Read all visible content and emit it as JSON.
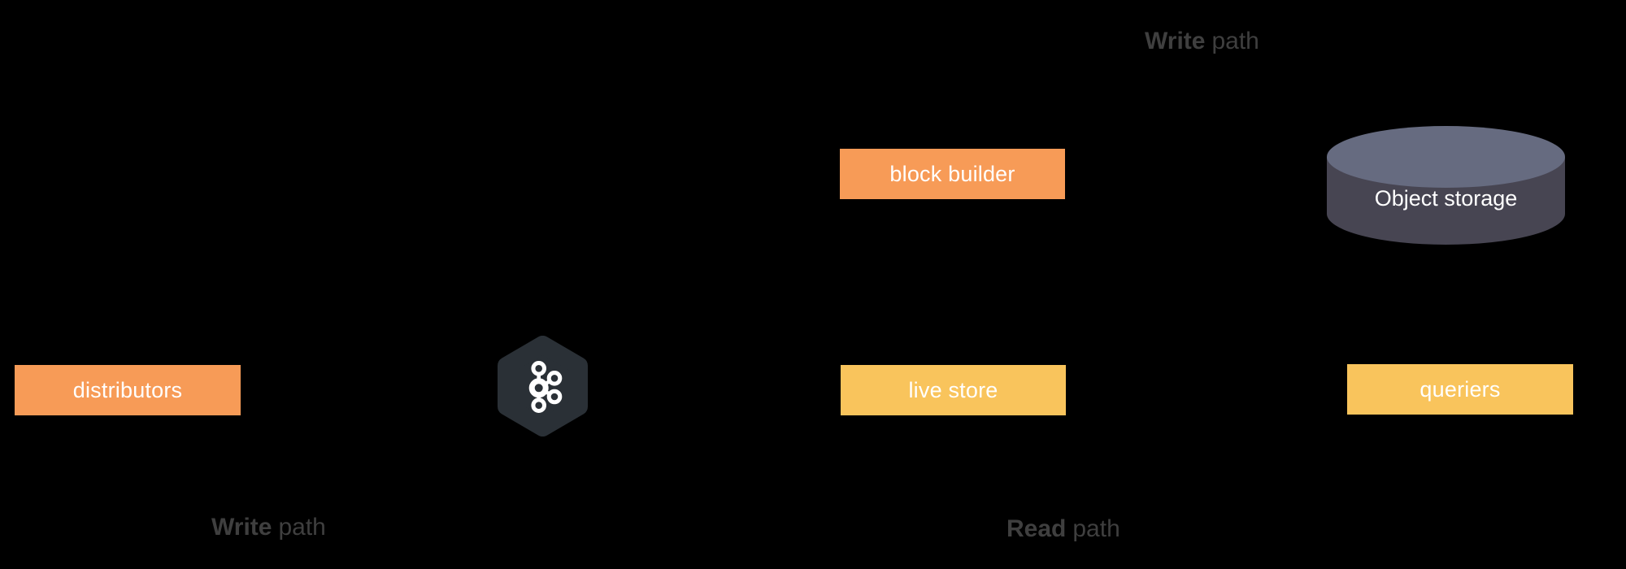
{
  "colors": {
    "background": "#000000",
    "orange": "#F79B57",
    "yellow": "#F9C45C",
    "hexagon": "#2A3036",
    "cylinder_body": "#474552",
    "cylinder_top": "#666B80",
    "caption_gray": "#3F3F3F",
    "node_text": "#FFFFFF"
  },
  "captions": {
    "write_top": {
      "bold": "Write",
      "regular": "path"
    },
    "write_bottom": {
      "bold": "Write",
      "regular": "path"
    },
    "read_bottom": {
      "bold": "Read",
      "regular": "path"
    }
  },
  "nodes": {
    "distributors": {
      "label": "distributors"
    },
    "block_builder": {
      "label": "block builder"
    },
    "live_store": {
      "label": "live store"
    },
    "queriers": {
      "label": "queriers"
    },
    "object_storage": {
      "label": "Object storage"
    }
  },
  "icons": {
    "kafka": "kafka-icon"
  }
}
